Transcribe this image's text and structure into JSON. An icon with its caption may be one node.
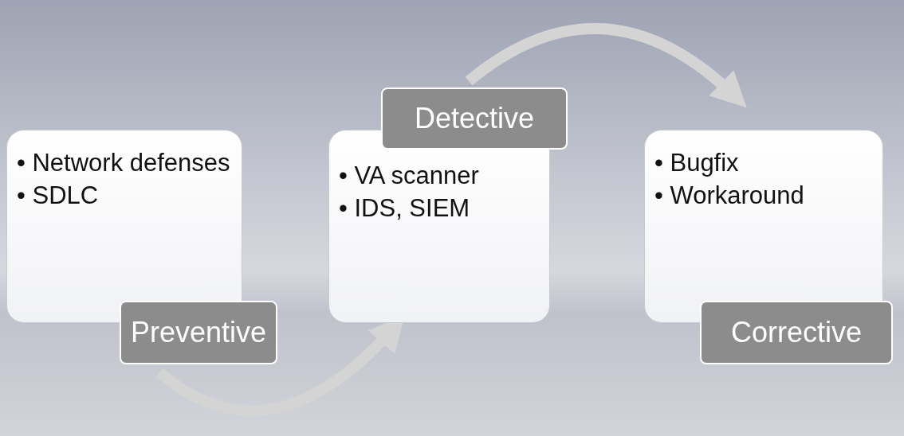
{
  "diagram": {
    "nodes": [
      {
        "text": [
          "• Network defenses",
          "• SDLC"
        ]
      },
      {
        "text": [
          "Preventive"
        ]
      },
      {
        "text": [
          "Detective"
        ]
      },
      {
        "text": [
          "• VA scanner",
          "• IDS, SIEM"
        ]
      },
      {
        "text": [
          "• Bugfix",
          "• Workaround"
        ]
      },
      {
        "text": [
          "Corrective"
        ]
      }
    ],
    "edges": [
      {
        "from": 1,
        "to": 3,
        "arrow": "to"
      },
      {
        "from": 2,
        "to": 4,
        "arrow": "to"
      }
    ]
  }
}
